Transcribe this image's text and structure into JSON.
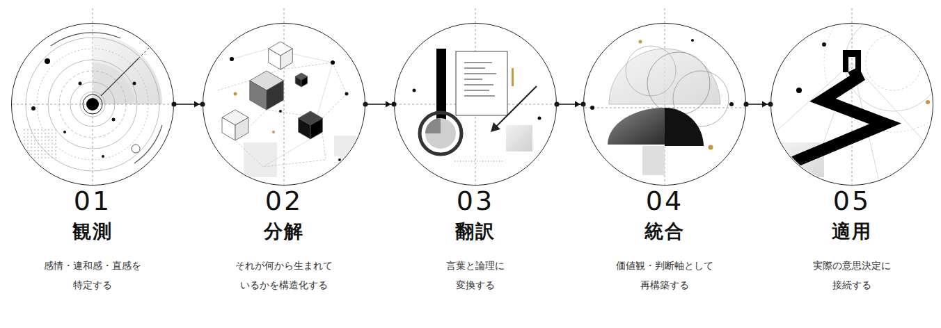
{
  "diagram": {
    "nodes": [
      {
        "text": [
          "01",
          "観測",
          "感情・違和感・直感を 特定する"
        ]
      },
      {
        "text": [
          "02",
          "分解",
          "それが何から生まれて いるかを構造化する"
        ]
      },
      {
        "text": [
          "03",
          "翻訳",
          "言葉と論理に 変換する"
        ]
      },
      {
        "text": [
          "04",
          "統合",
          "価値観・判断軸として 再構築する"
        ]
      },
      {
        "text": [
          "05",
          "適用",
          "実際の意思決定に 接続する"
        ]
      }
    ],
    "edges": [
      {
        "from": 0,
        "to": 1,
        "arrow": "to"
      },
      {
        "from": 1,
        "to": 2,
        "arrow": "to"
      },
      {
        "from": 2,
        "to": 3,
        "arrow": "to"
      },
      {
        "from": 3,
        "to": 4,
        "arrow": "to"
      }
    ]
  }
}
